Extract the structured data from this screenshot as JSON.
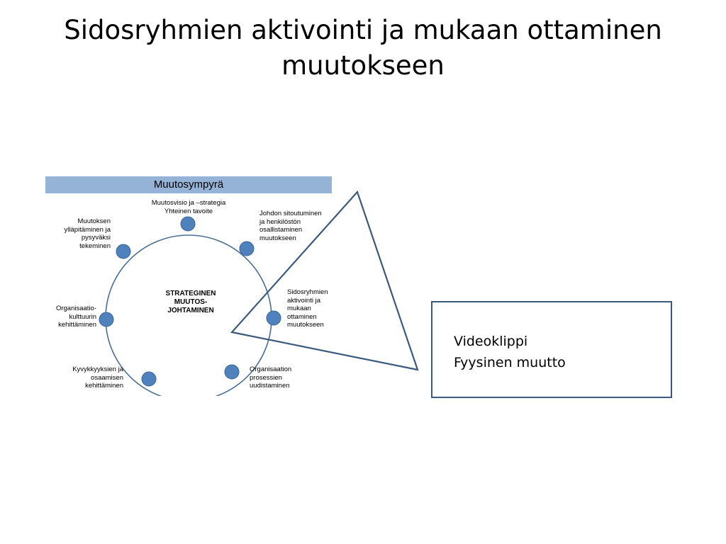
{
  "slide": {
    "title": "Sidosryhmien aktivointi ja mukaan ottaminen muutokseen"
  },
  "diagram": {
    "header": "Muutosympyrä",
    "center": "STRATEGINEN\nMUUTOS-\nJOHTAMINEN",
    "nodes": [
      {
        "label": "Muutosvisio  ja –strategia\nYhteinen tavoite"
      },
      {
        "label": "Johdon  sitoutuminen\nja henkilöstön\nosallistaminen\nmuutokseen"
      },
      {
        "label": "Sidosryhmien\naktivointi ja\nmukaan\nottaminen\nmuutokseen"
      },
      {
        "label": "Organisaation\nprosessien\nuudistaminen"
      },
      {
        "label": "Kyvykkyyksien   ja\nosaamisen\nkehittäminen"
      },
      {
        "label": "Organisaatio-\nkulttuurin\nkehittäminen"
      },
      {
        "label": "Muutoksen\nylläpitäminen ja\npysyväksi\ntekeminen"
      }
    ],
    "colors": {
      "header_bg": "#95b3d7",
      "ring": "#4a6f96",
      "node_fill": "#4f81bd",
      "node_stroke": "#3a6597"
    }
  },
  "callout": {
    "lines": [
      "Videoklippi",
      "Fyysinen muutto"
    ],
    "colors": {
      "triangle": "#3b5a7c",
      "box_border": "#3b5a7c"
    }
  }
}
